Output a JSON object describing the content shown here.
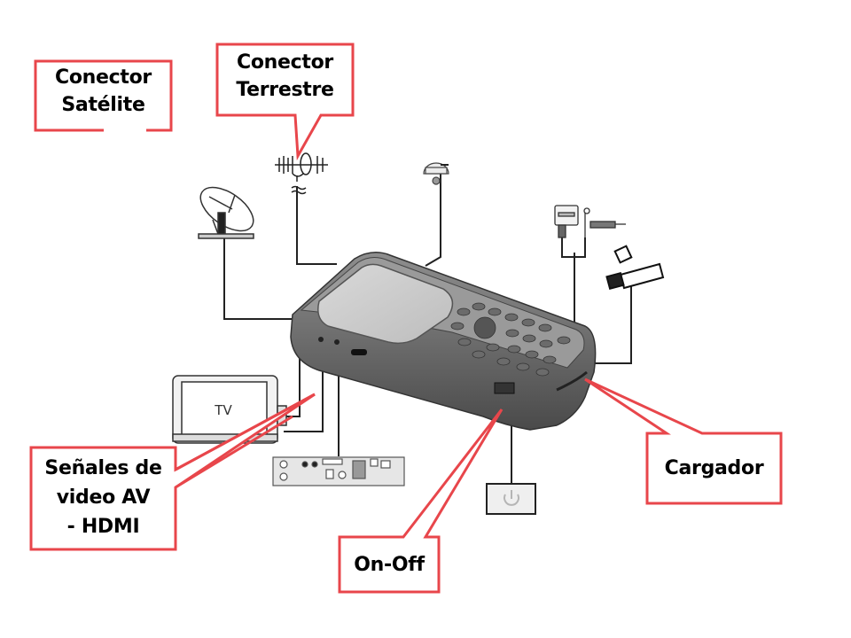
{
  "diagram": {
    "title": "Satellite finder meter connection diagram",
    "accent_color": "#e8464b",
    "callouts": {
      "satellite": {
        "lines": [
          "Conector",
          "Satélite"
        ]
      },
      "terrestrial": {
        "lines": [
          "Conector",
          "Terrestre"
        ]
      },
      "av_hdmi": {
        "lines": [
          "Señales de",
          "video AV",
          "- HDMI"
        ]
      },
      "on_off": {
        "lines": [
          "On-Off"
        ]
      },
      "charger": {
        "lines": [
          "Cargador"
        ]
      }
    },
    "devices": {
      "tv_label": "TV",
      "power_symbol": "power-icon"
    }
  }
}
